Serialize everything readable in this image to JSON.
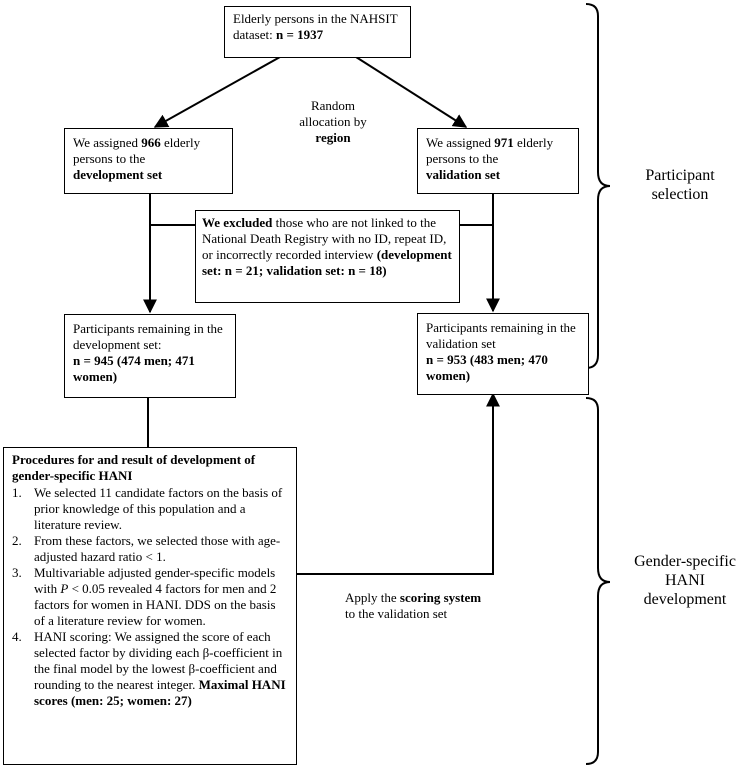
{
  "top": {
    "line1": "Elderly persons in the NAHSIT",
    "line2_pre": "dataset: ",
    "line2_bold": "n = 1937"
  },
  "allocation": {
    "line1": "Random",
    "line2": "allocation by",
    "line3": "region"
  },
  "dev_assign": {
    "pre": "We assigned ",
    "num": "966",
    "mid": " elderly persons to the",
    "bold": "development set"
  },
  "val_assign": {
    "pre": "We assigned ",
    "num": "971",
    "mid": " elderly persons to the",
    "bold": "validation set"
  },
  "excluded": {
    "bold": "We excluded",
    "text": " those who are not linked to the National Death Registry with no ID, repeat ID, or incorrectly recorded interview ",
    "bold2": "(development set: n = 21; validation set: n = 18)"
  },
  "dev_remaining": {
    "text": "Participants remaining in the development set:",
    "bold": "n = 945 (474 men; 471 women)"
  },
  "val_remaining": {
    "text": "Participants remaining in the validation set",
    "bold": "n = 953 (483 men; 470 women)"
  },
  "procedures": {
    "title": "Procedures for and result of development of gender-specific HANI",
    "steps": [
      {
        "num": "1.",
        "text": "We selected 11 candidate factors on the basis of prior knowledge of this population and a literature review."
      },
      {
        "num": "2.",
        "text": "From these factors, we selected those with age-adjusted hazard ratio < 1."
      },
      {
        "num": "3.",
        "pre": "Multivariable adjusted gender-specific models with ",
        "italic": "P",
        "post": " < 0.05 revealed 4 factors for men and 2 factors for women in HANI. DDS on the basis of a literature review for women."
      },
      {
        "num": "4.",
        "text": "HANI scoring: We assigned the score of each selected factor by dividing each β-coefficient in the final model by the lowest β-coefficient and rounding to the nearest integer. ",
        "bold": "Maximal HANI scores (men: 25; women: 27)"
      }
    ]
  },
  "apply": {
    "pre": "Apply the ",
    "bold": "scoring system",
    "post": " to the validation set"
  },
  "side_labels": {
    "participant": "Participant selection",
    "hani": "Gender-specific HANI development"
  }
}
